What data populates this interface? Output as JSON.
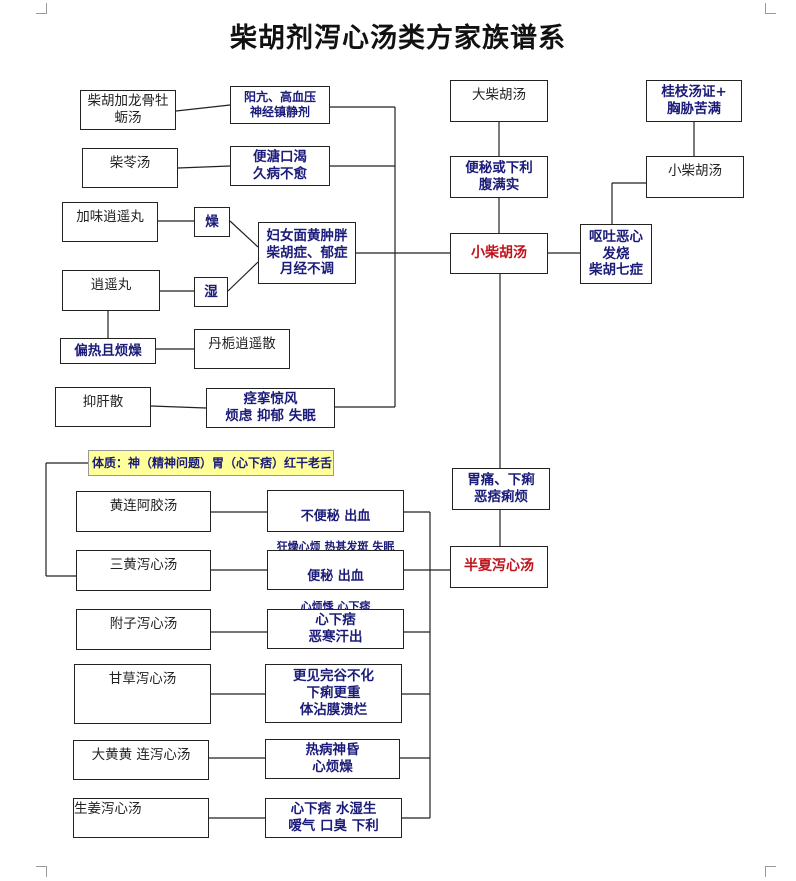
{
  "title": "柴胡剂泻心汤类方家族谱系",
  "core": {
    "xiao_chaihu": "小柴胡汤",
    "banxia_xiexin": "半夏泻心汤"
  },
  "top_right": {
    "da_chaihu": "大柴胡汤",
    "da_chaihu_sym": "便秘或下利\n腹满实",
    "guizhi_sym": "桂枝汤证+\n胸胁苦满",
    "xiao_chaihu_top": "小柴胡汤",
    "xiao_sym": "呕吐恶心\n发烧\n柴胡七症"
  },
  "left_upper": {
    "longgu_name": "柴胡加龙骨牡\n蛎汤",
    "longgu_sym": "阳亢、高血压\n神经镇静剂",
    "chaoling_name": "柴苓汤",
    "chaoling_sym": "便溏口渴\n久病不愈",
    "jiawei_name": "加味逍遥丸",
    "zao": "燥",
    "xiaoyao_name": "逍遥丸",
    "shi": "湿",
    "women_sym": "妇女面黄肿胖\n柴胡症、郁症\n月经不调",
    "pianre": "偏热且烦燥",
    "danzhi_name": "丹栀逍遥散",
    "yigan_name": "抑肝散",
    "yigan_sym": "痉挛惊风\n烦虑 抑郁 失眠"
  },
  "middle": {
    "wei_sym": "胃痛、下痢\n恶痞痢烦"
  },
  "left_lower": {
    "constitution": "体质：神（精神问题）胃（心下痞）红干老舌",
    "huanglian_ejiao": "黄连阿胶汤",
    "huanglian_ejiao_sym1": "不便秘 出血",
    "huanglian_ejiao_sym2": "狂燥心烦 热甚发斑 失眠",
    "sanhuang": "三黄泻心汤",
    "sanhuang_sym1": "便秘 出血",
    "sanhuang_sym2": "心烦悸 心下痞",
    "fuzi": "附子泻心汤",
    "fuzi_sym": "心下痞\n恶寒汗出",
    "gancao": "甘草泻心汤",
    "gancao_sym": "更见完谷不化\n下痢更重\n体沾膜溃烂",
    "dahuang": "大黄黄 连泻心汤",
    "dahuang_sym": "热病神昏\n心烦燥",
    "shengjiang": "生姜泻心汤",
    "shengjiang_sym": "心下痞 水湿生\n嗳气 口臭 下利"
  }
}
